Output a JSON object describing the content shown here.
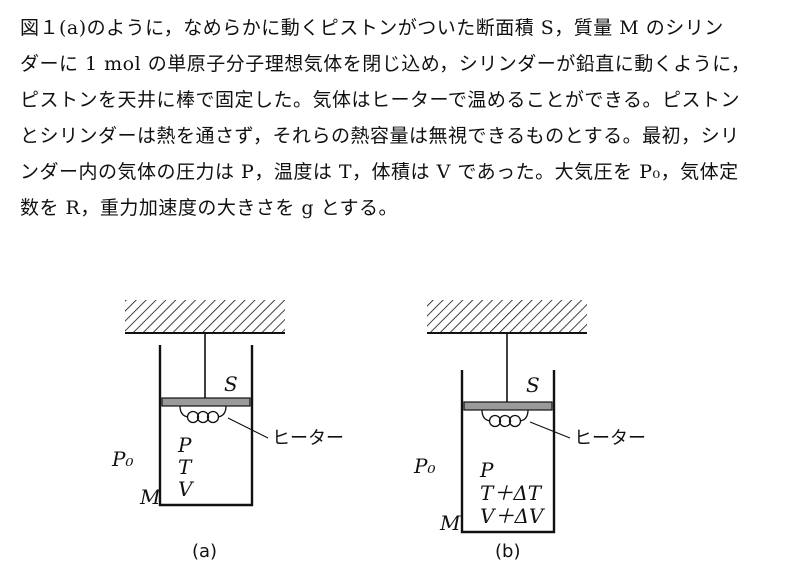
{
  "problem": {
    "lines": [
      "図１(a)のように，なめらかに動くピストンがついた断面積 S，質量 M のシリン",
      "ダーに 1 mol の単原子分子理想気体を閉じ込め，シリンダーが鉛直に動くように，",
      "ピストンを天井に棒で固定した。気体はヒーターで温めることができる。ピストン",
      "とシリンダーは熱を通さず，それらの熱容量は無視できるものとする。最初，シリ",
      "ンダー内の気体の圧力は P，温度は T，体積は V であった。大気圧を P₀，気体定",
      "数を R，重力加速度の大きさを g とする。"
    ]
  },
  "figure_a": {
    "area_label": "S",
    "heater_label": "ヒーター",
    "outside_pressure": "P₀",
    "gas_p": "P",
    "gas_t": "T",
    "gas_v": "V",
    "mass_label": "M",
    "caption": "(a)"
  },
  "figure_b": {
    "area_label": "S",
    "heater_label": "ヒーター",
    "outside_pressure": "P₀",
    "gas_p": "P",
    "gas_t": "T＋ΔT",
    "gas_v": "V＋ΔV",
    "mass_label": "M",
    "caption": "(b)"
  }
}
